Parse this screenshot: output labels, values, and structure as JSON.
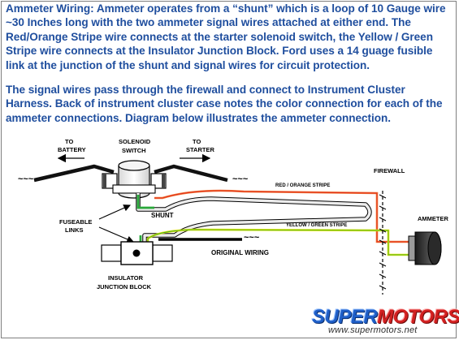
{
  "paragraphs": {
    "p1": "Ammeter Wiring:  Ammeter operates from a “shunt” which is a loop of 10 Gauge wire ~30 Inches long with the two ammeter signal wires attached at either end. The Red/Orange Stripe wire connects at the starter solenoid switch, the Yellow / Green Stripe wire connects at the Insulator Junction Block.  Ford uses a 14 guage fusible link at the junction of the shunt and signal wires for circuit protection.",
    "p2": "The signal wires pass through the firewall and connect to Instrument Cluster Harness.  Back of instrument cluster case notes the color connection for each of the ammeter connections.  Diagram below illustrates the ammeter connection."
  },
  "diagram": {
    "labels": {
      "to_battery_1": "TO",
      "to_battery_2": "BATTERY",
      "solenoid_1": "SOLENOID",
      "solenoid_2": "SWITCH",
      "to_starter_1": "TO",
      "to_starter_2": "STARTER",
      "firewall": "FIREWALL",
      "red_orange": "RED / ORANGE STRIPE",
      "yellow_green": "YELLOW / GREEN STRIPE",
      "shunt": "SHUNT",
      "fuseable_1": "FUSEABLE",
      "fuseable_2": "LINKS",
      "ammeter": "AMMETER",
      "original_wiring": "ORIGINAL WIRING",
      "insulator_1": "INSULATOR",
      "insulator_2": "JUNCTION BLOCK",
      "squiggle_left": "~~~",
      "squiggle_right": "~~~",
      "squiggle_mid": "~~~"
    },
    "colors": {
      "red_orange_wire": "#f07838",
      "red_orange_stripe": "#e02a1a",
      "yellow_green_wire": "#f2e400",
      "yellow_green_stripe": "#38b030",
      "shunt_wire": "#ececec",
      "text_blue": "#1f4e9e"
    }
  },
  "watermark": {
    "brand_part1": "SUPER",
    "brand_part2": "MOTORS",
    "url": "www.supermotors.net"
  }
}
